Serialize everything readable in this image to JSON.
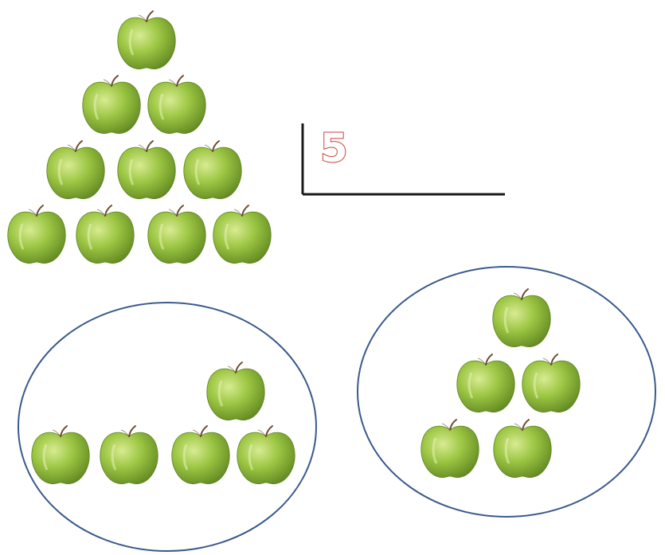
{
  "number": "5",
  "apple_icon": "green-apple-icon",
  "colors": {
    "apple_light": "#c9e27a",
    "apple_mid": "#8fbb3a",
    "apple_dark": "#5b7f1e",
    "stem": "#6b4a2b",
    "leaf": "#4a7a1a",
    "circle_stroke": "#3a5a8c",
    "number_stroke": "#c9413d",
    "line": "#1a1a1a"
  },
  "groups": {
    "pyramid_count": 10,
    "left_circle_count": 5,
    "right_circle_count": 5
  }
}
